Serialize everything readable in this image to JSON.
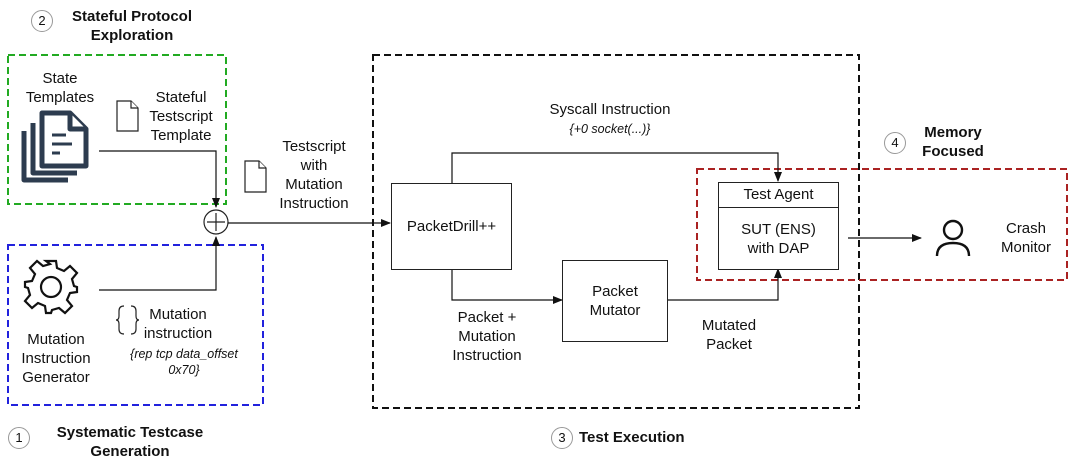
{
  "sections": {
    "s1": {
      "num": "1",
      "title_l1": "Systematic Testcase",
      "title_l2": "Generation"
    },
    "s2": {
      "num": "2",
      "title_l1": "Stateful Protocol",
      "title_l2": "Exploration"
    },
    "s3": {
      "num": "3",
      "title": "Test Execution"
    },
    "s4": {
      "num": "4",
      "title_l1": "Memory",
      "title_l2": "Focused"
    }
  },
  "exploration": {
    "state_templates": [
      "State",
      "Templates"
    ],
    "stateful_template": [
      "Stateful",
      "Testscript",
      "Template"
    ]
  },
  "generation": {
    "generator": [
      "Mutation",
      "Instruction",
      "Generator"
    ],
    "mutation_instruction": [
      "Mutation",
      "instruction"
    ],
    "example": [
      "{rep tcp data_offset",
      "0x70}"
    ]
  },
  "testscript_label": [
    "Testscript",
    "with",
    "Mutation",
    "Instruction"
  ],
  "execution": {
    "packetdrill": "PacketDrill++",
    "syscall_label": "Syscall Instruction",
    "syscall_example": "{+0 socket(...)}",
    "packet_label": [
      "Packet +",
      "Mutation",
      "Instruction"
    ],
    "mutator": [
      "Packet",
      "Mutator"
    ],
    "mutated_label": [
      "Mutated",
      "Packet"
    ]
  },
  "target": {
    "test_agent": "Test Agent",
    "sut": [
      "SUT (ENS)",
      "with DAP"
    ]
  },
  "monitor": [
    "Crash",
    "Monitor"
  ],
  "colors": {
    "green": "#22aa22",
    "blue": "#2222dd",
    "red": "#aa2222",
    "black": "#111111"
  },
  "icons": [
    "document-stack-icon",
    "document-icon",
    "gear-icon",
    "braces-icon",
    "plus-circle-icon",
    "person-icon"
  ]
}
